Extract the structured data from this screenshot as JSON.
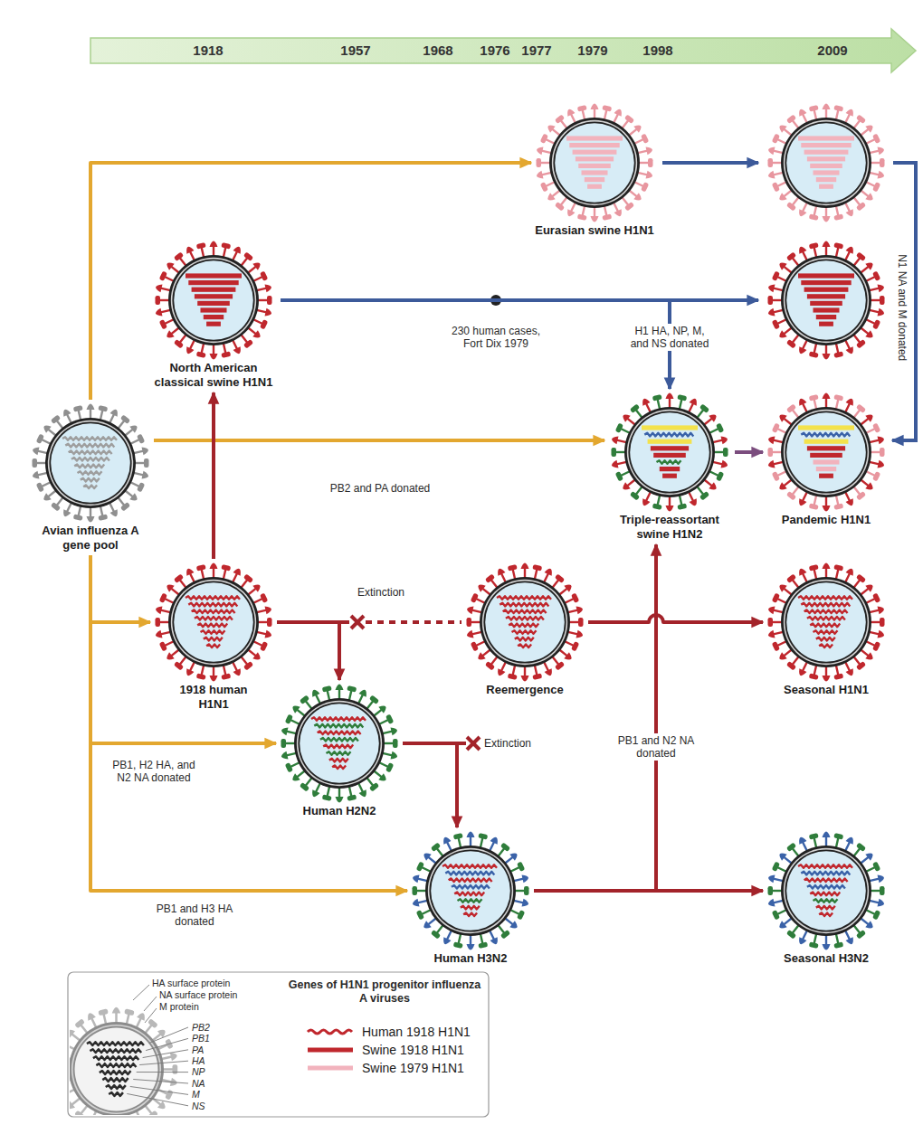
{
  "diagram": {
    "nodes": [
      {
        "text": [
          "Eurasian swine H1N1"
        ]
      },
      {
        "text": [
          "North American classical swine H1N1"
        ]
      },
      {
        "text": [
          "Avian influenza A gene pool"
        ]
      },
      {
        "text": [
          "Triple-reassortant swine H1N2"
        ]
      },
      {
        "text": [
          "Pandemic H1N1"
        ]
      },
      {
        "text": [
          "1918 human H1N1"
        ]
      },
      {
        "text": [
          "Reemergence"
        ]
      },
      {
        "text": [
          "Seasonal H1N1"
        ]
      },
      {
        "text": [
          "Human H2N2"
        ]
      },
      {
        "text": [
          "Human H3N2"
        ]
      },
      {
        "text": [
          "Seasonal H3N2"
        ]
      }
    ],
    "edges": [
      {
        "from": 2,
        "to": 0,
        "arrow": "to"
      },
      {
        "from": 2,
        "to": 3,
        "label": "PB2 and PA donated",
        "arrow": "to"
      },
      {
        "from": 2,
        "to": 5,
        "arrow": "to"
      },
      {
        "from": 2,
        "to": 8,
        "label": "PB1, H2 HA, and N2 NA donated",
        "arrow": "to"
      },
      {
        "from": 2,
        "to": 9,
        "label": "PB1 and H3 HA donated",
        "arrow": "to"
      },
      {
        "from": 5,
        "to": 1,
        "arrow": "to"
      },
      {
        "from": 5,
        "to": 8,
        "arrow": "to"
      },
      {
        "from": 5,
        "to": 6,
        "arrow": "none"
      },
      {
        "from": 1,
        "to": 3,
        "label": "H1 HA, NP, M, and NS donated",
        "arrow": "to"
      },
      {
        "from": 8,
        "to": 9,
        "arrow": "to"
      },
      {
        "from": 9,
        "to": 3,
        "label": "PB1 and N2 NA donated",
        "arrow": "to"
      },
      {
        "from": 9,
        "to": 10,
        "arrow": "to"
      },
      {
        "from": 6,
        "to": 7,
        "arrow": "to"
      },
      {
        "from": 3,
        "to": 4,
        "arrow": "to"
      }
    ],
    "labels": [
      "1918",
      "1957",
      "1968",
      "1976",
      "1977",
      "1979",
      "1998",
      "2009",
      "230 human cases, Fort Dix 1979",
      "N1 NA and M donated",
      "Extinction",
      "Extinction",
      "Genes of H1N1 progenitor influenza A viruses",
      "HA surface protein",
      "NA surface protein",
      "M protein",
      "PB2",
      "PB1",
      "PA",
      "HA",
      "NP",
      "NA",
      "M",
      "NS"
    ],
    "legend": [
      {
        "text": "Human 1918 H1N1"
      },
      {
        "text": "Swine 1918 H1N1"
      },
      {
        "text": "Swine 1979 H1N1"
      }
    ]
  }
}
